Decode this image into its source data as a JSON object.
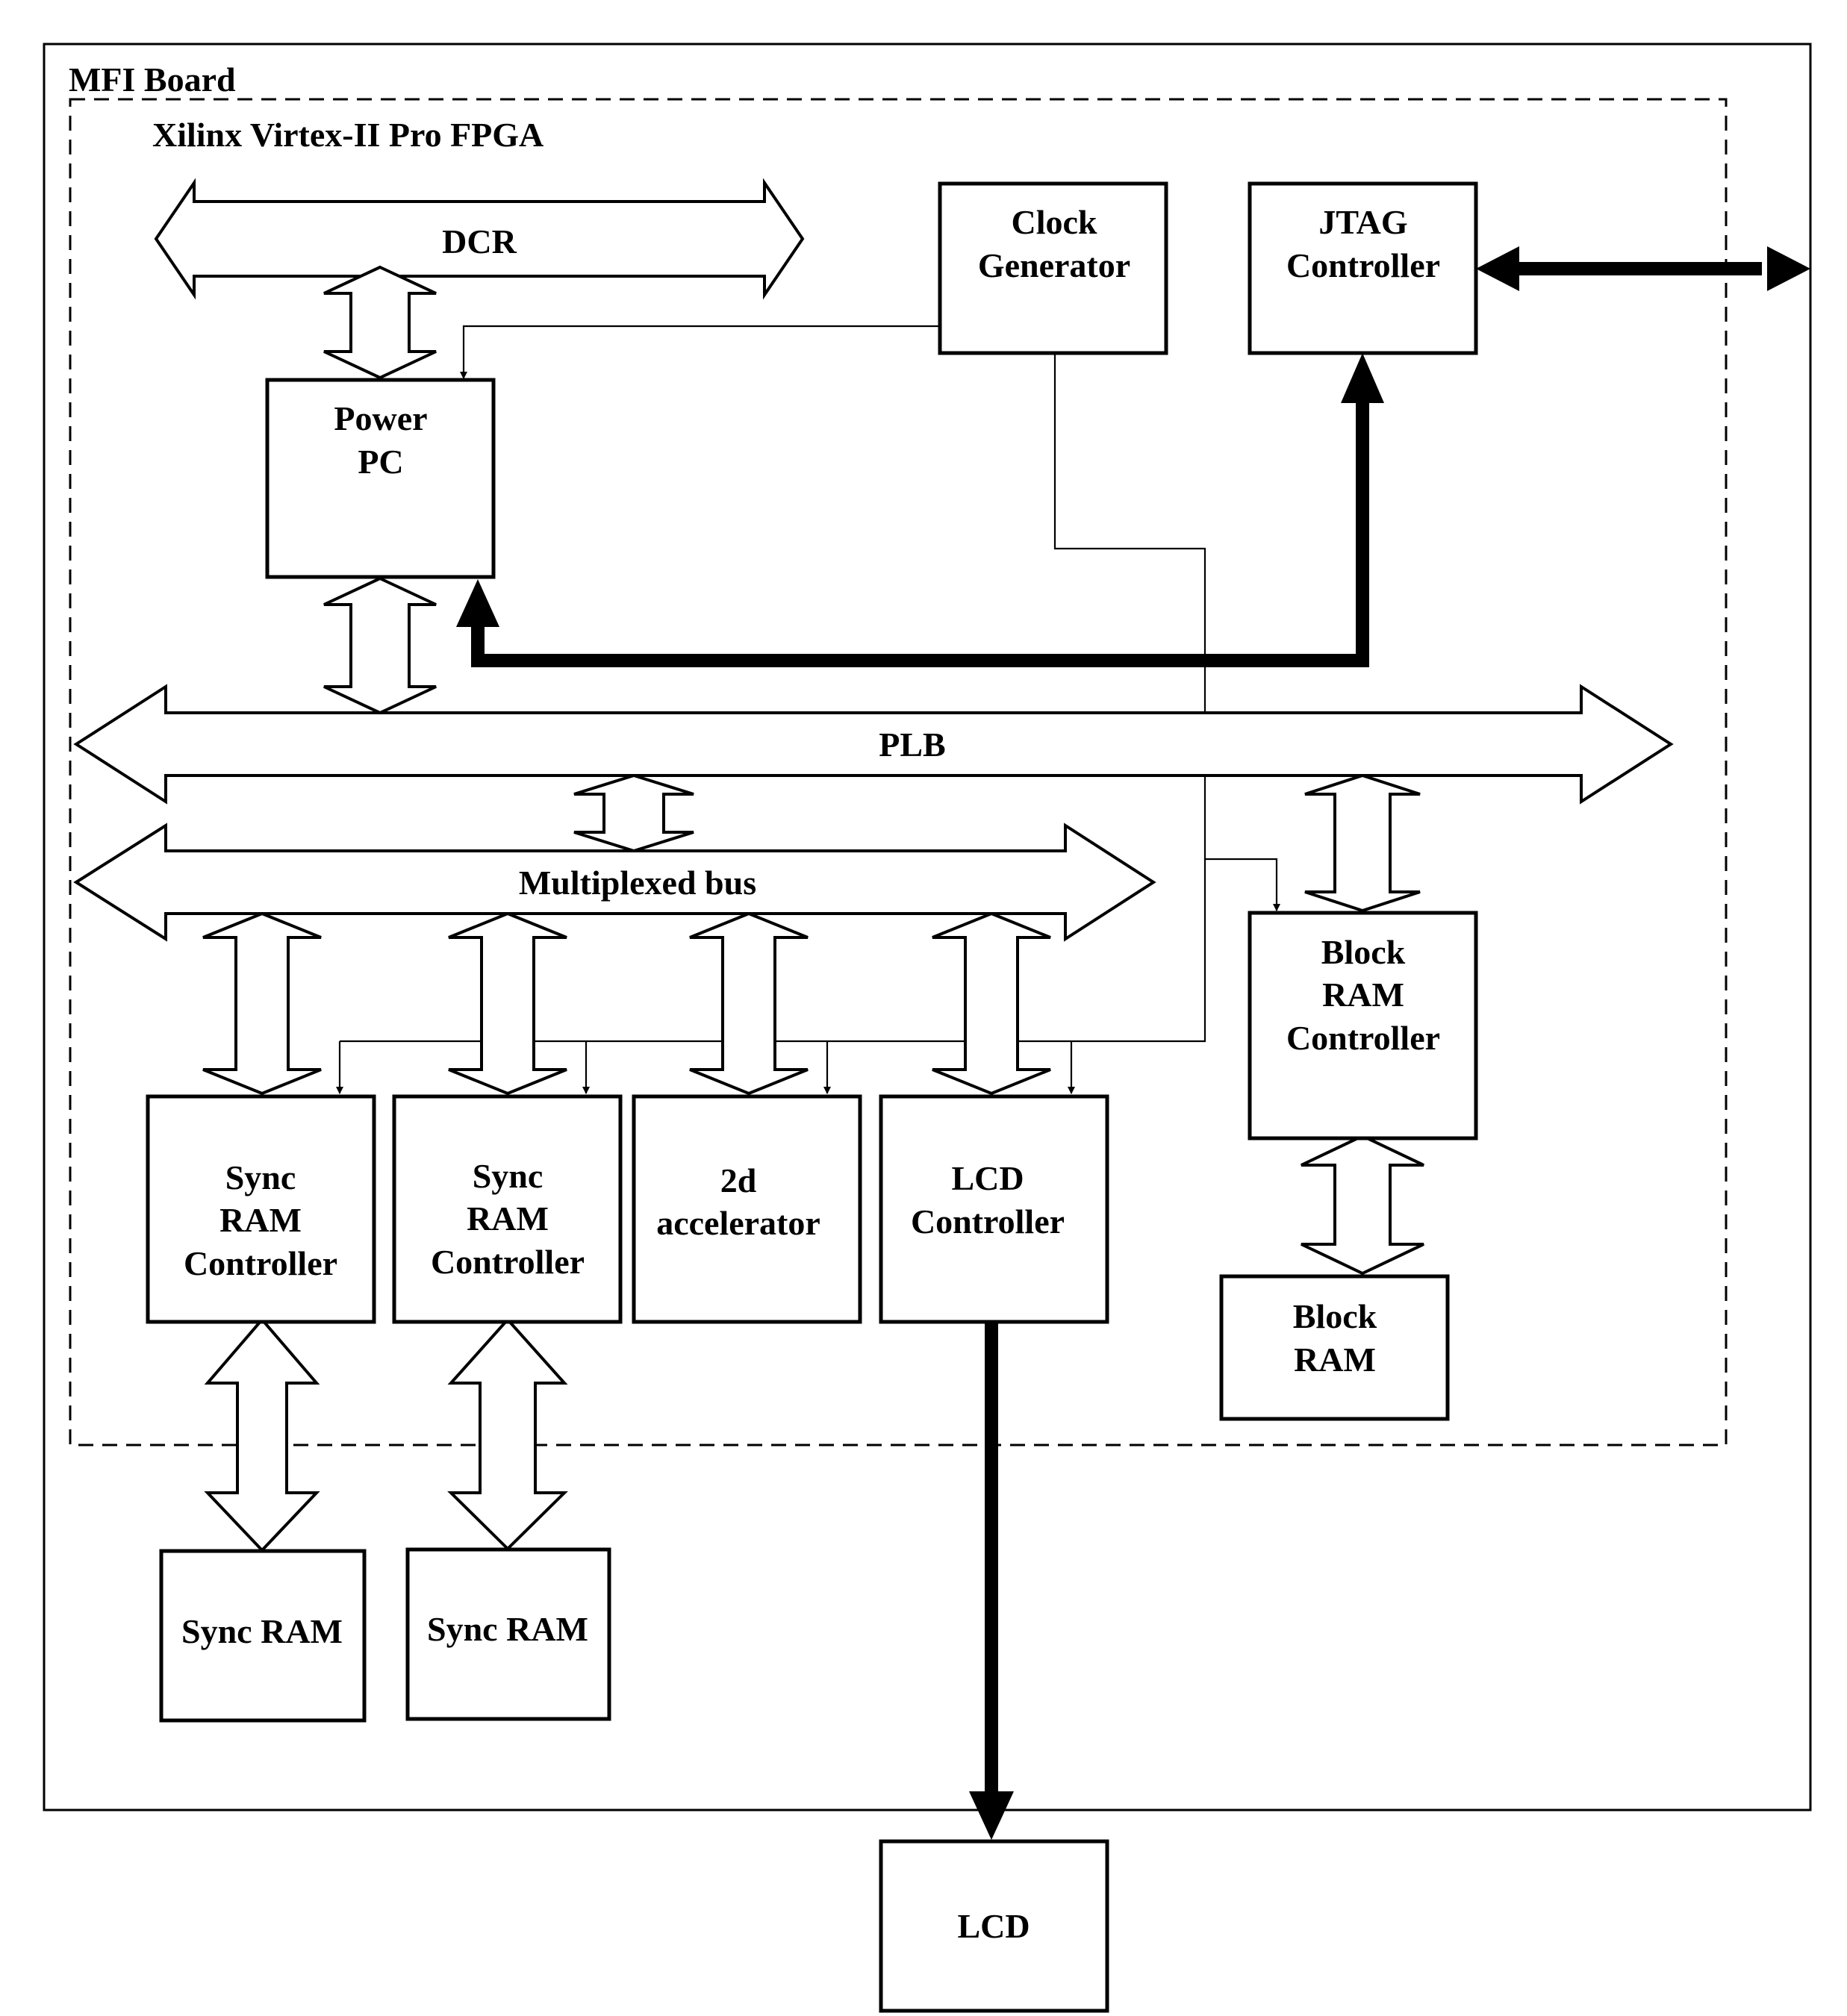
{
  "board": {
    "label": "MFI Board"
  },
  "fpga": {
    "label": "Xilinx Virtex-II Pro FPGA"
  },
  "buses": {
    "dcr": "DCR",
    "plb": "PLB",
    "mux": "Multiplexed bus"
  },
  "blocks": {
    "clock_generator": [
      "Clock",
      "Generator"
    ],
    "jtag_controller": [
      "JTAG",
      "Controller"
    ],
    "power_pc": [
      "Power",
      "PC"
    ],
    "block_ram_controller": [
      "Block",
      "RAM",
      "Controller"
    ],
    "block_ram": [
      "Block",
      "RAM"
    ],
    "sync_ram_controller_1": [
      "Sync",
      "RAM",
      "Controller"
    ],
    "sync_ram_controller_2": [
      "Sync",
      "RAM",
      "Controller"
    ],
    "accelerator_2d": [
      "2d",
      "accelerator"
    ],
    "lcd_controller": [
      "LCD",
      "Controller"
    ],
    "sync_ram_1": [
      "Sync RAM"
    ],
    "sync_ram_2": [
      "Sync RAM"
    ],
    "lcd": [
      "LCD"
    ]
  }
}
